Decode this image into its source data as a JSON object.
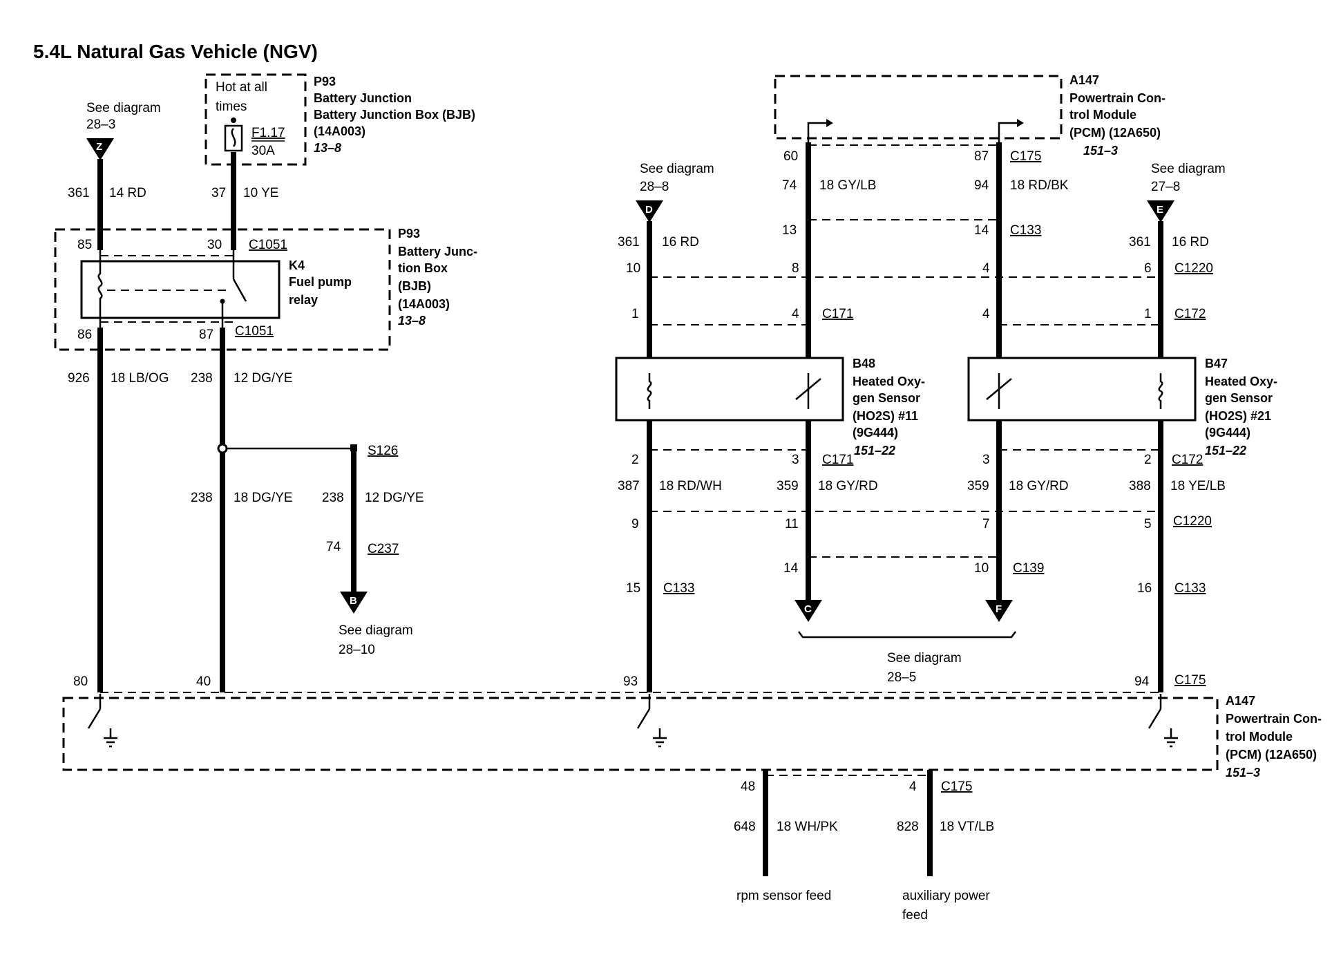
{
  "title": "5.4L Natural Gas Vehicle (NGV)",
  "refs": {
    "z": {
      "letter": "Z",
      "see": "See diagram",
      "num": "28–3"
    },
    "d": {
      "letter": "D",
      "see": "See diagram",
      "num": "28–8"
    },
    "e": {
      "letter": "E",
      "see": "See diagram",
      "num": "27–8"
    },
    "b": {
      "letter": "B",
      "see": "See diagram",
      "num": "28–10"
    },
    "c": {
      "letter": "C"
    },
    "f": {
      "letter": "F"
    },
    "cf": {
      "see": "See diagram",
      "num": "28–5"
    }
  },
  "hot_box": {
    "line1": "Hot at all",
    "line2": "times",
    "fuse": "F1.17",
    "amps": "30A"
  },
  "p93_top": {
    "l1": "P93",
    "l2": "Battery Junction Box (BJB)",
    "l3": "(14A003)",
    "l4": "13–8"
  },
  "p93_relay": {
    "l1": "P93",
    "l2": "Battery Junc-",
    "l3": "tion Box",
    "l4": "(BJB)",
    "l5": "(14A003)",
    "l6": "13–8"
  },
  "relay": {
    "l1": "K4",
    "l2": "Fuel pump",
    "l3": "relay",
    "pin85": "85",
    "pin30": "30",
    "pin86": "86",
    "pin87": "87",
    "conn_top": "C1051",
    "conn_bot": "C1051"
  },
  "pcm_top": {
    "l1": "A147",
    "l2": "Powertrain Con-",
    "l3": "trol Module",
    "l4": "(PCM) (12A650)",
    "l5": "151–3"
  },
  "pcm_bottom": {
    "l1": "A147",
    "l2": "Powertrain Con-",
    "l3": "trol Module",
    "l4": "(PCM) (12A650)",
    "l5": "151–3"
  },
  "b48": {
    "l1": "B48",
    "l2": "Heated Oxy-",
    "l3": "gen Sensor",
    "l4": "(HO2S) #11",
    "l5": "(9G444)",
    "l6": "151–22"
  },
  "b47": {
    "l1": "B47",
    "l2": "Heated Oxy-",
    "l3": "gen Sensor",
    "l4": "(HO2S) #21",
    "l5": "(9G444)",
    "l6": "151–22"
  },
  "wires": {
    "w361z": {
      "circuit": "361",
      "spec": "14 RD"
    },
    "w37": {
      "circuit": "37",
      "spec": "10 YE"
    },
    "w926": {
      "circuit": "926",
      "spec": "18 LB/OG"
    },
    "w238a": {
      "circuit": "238",
      "spec": "12 DG/YE"
    },
    "w238b": {
      "circuit": "238",
      "spec": "18 DG/YE"
    },
    "w238c": {
      "circuit": "238",
      "spec": "12 DG/YE"
    },
    "w361d": {
      "circuit": "361",
      "spec": "16 RD"
    },
    "w74": {
      "circuit": "74",
      "spec": "18 GY/LB"
    },
    "w94": {
      "circuit": "94",
      "spec": "18 RD/BK"
    },
    "w361e": {
      "circuit": "361",
      "spec": "16 RD"
    },
    "w387": {
      "circuit": "387",
      "spec": "18 RD/WH"
    },
    "w359a": {
      "circuit": "359",
      "spec": "18 GY/RD"
    },
    "w359b": {
      "circuit": "359",
      "spec": "18 GY/RD"
    },
    "w388": {
      "circuit": "388",
      "spec": "18 YE/LB"
    },
    "w648": {
      "circuit": "648",
      "spec": "18 WH/PK"
    },
    "w828": {
      "circuit": "828",
      "spec": "18 VT/LB"
    }
  },
  "pins": {
    "p60": "60",
    "p87": "87",
    "p13": "13",
    "p14": "14",
    "p8": "8",
    "p4a": "4",
    "p10": "10",
    "p6": "6",
    "p1a": "1",
    "p4b": "4",
    "p4c": "4",
    "p1b": "1",
    "p2a": "2",
    "p3a": "3",
    "p3b": "3",
    "p2b": "2",
    "p9": "9",
    "p11": "11",
    "p7": "7",
    "p5": "5",
    "p14b": "14",
    "p10b": "10",
    "p15": "15",
    "p16": "16",
    "p80": "80",
    "p40": "40",
    "p93": "93",
    "p94": "94",
    "p48": "48",
    "p4d": "4",
    "p74": "74"
  },
  "conns": {
    "c175a": "C175",
    "c133a": "C133",
    "c1220a": "C1220",
    "c171a": "C171",
    "c172a": "C172",
    "c171b": "C171",
    "c172b": "C172",
    "c1220b": "C1220",
    "c139": "C139",
    "c133b": "C133",
    "c133c": "C133",
    "c175b": "C175",
    "c175c": "C175",
    "s126": "S126",
    "c237": "C237"
  },
  "feeds": {
    "rpm": "rpm sensor feed",
    "aux1": "auxiliary power",
    "aux2": "feed"
  }
}
